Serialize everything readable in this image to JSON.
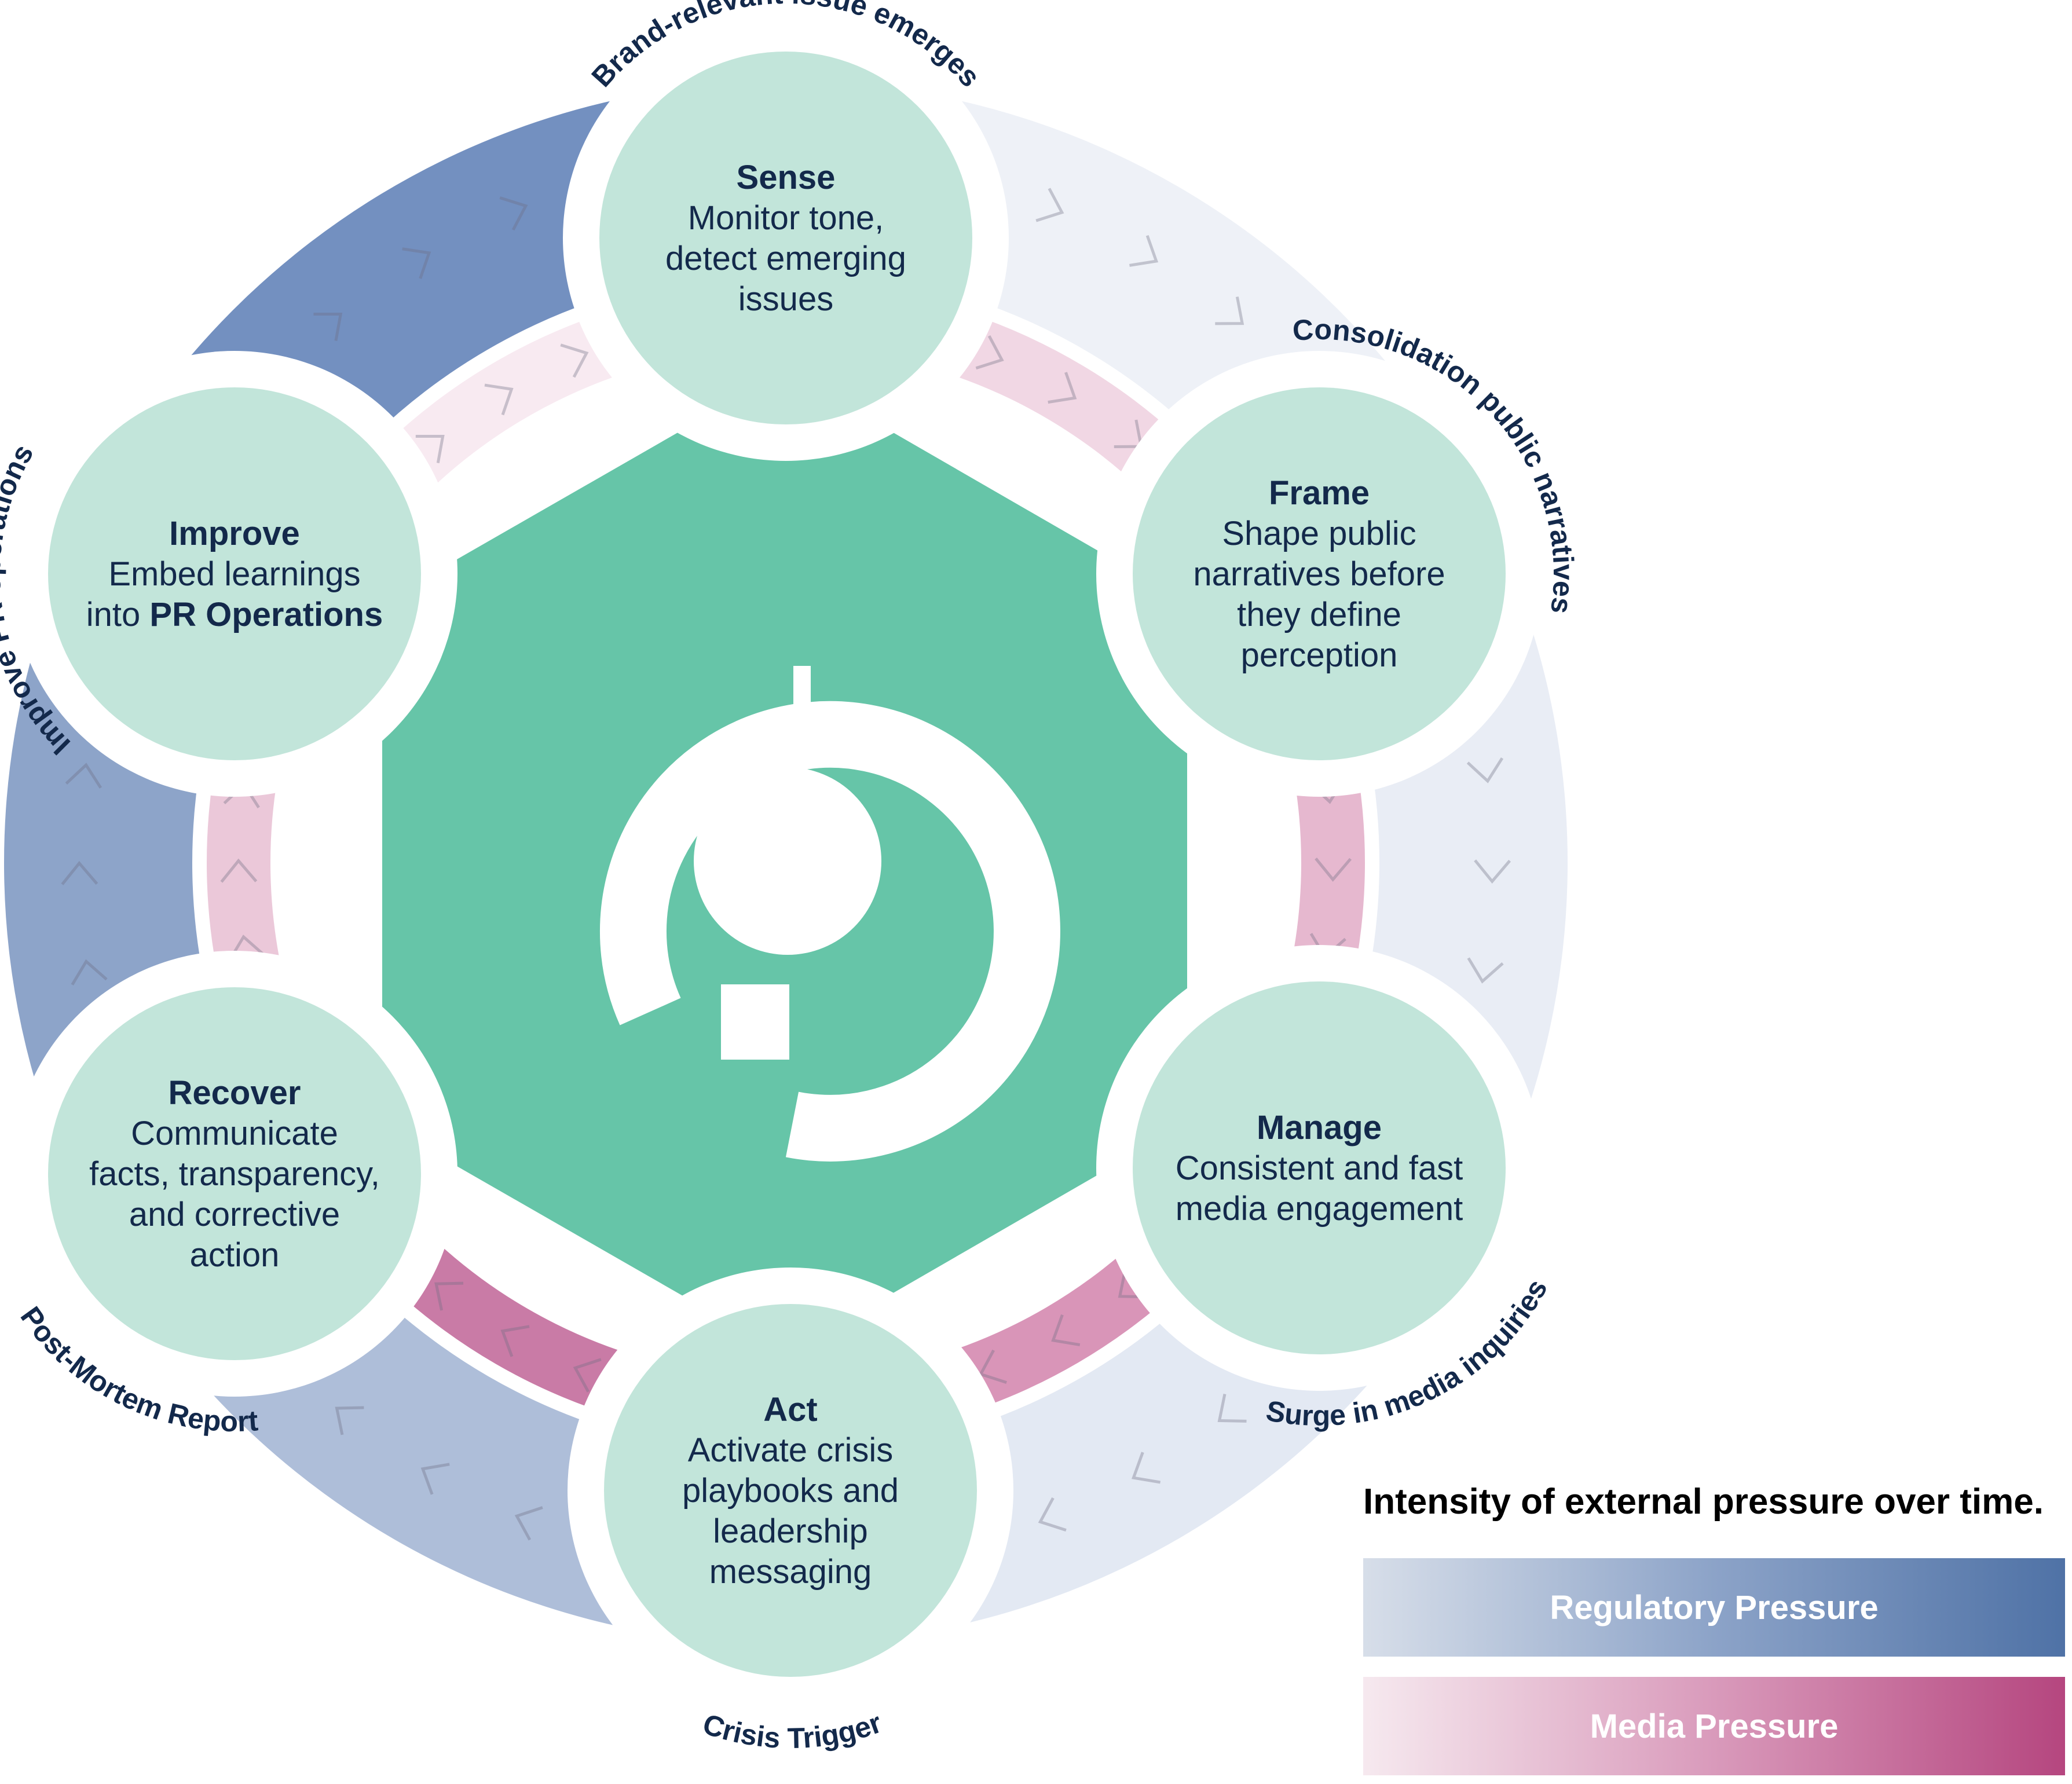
{
  "stages": [
    {
      "title": "Sense",
      "lines": [
        "Monitor tone,",
        "detect emerging",
        "issues"
      ]
    },
    {
      "title": "Frame",
      "lines": [
        "Shape public",
        "narratives before",
        "they define",
        "perception"
      ]
    },
    {
      "title": "Manage",
      "lines": [
        "Consistent and fast",
        "media engagement"
      ]
    },
    {
      "title": "Act",
      "lines": [
        "Activate crisis",
        "playbooks and",
        "leadership",
        "messaging"
      ]
    },
    {
      "title": "Recover",
      "lines": [
        "Communicate",
        "facts, transparency,",
        "and corrective",
        "action"
      ]
    },
    {
      "title": "Improve",
      "lines": [
        "Embed learnings"
      ],
      "line2_prefix": "into ",
      "line2_bold": "PR Operations"
    }
  ],
  "triggers": [
    "Brand-relevant issue emerges",
    "Consolidation public narratives",
    "Surge in media inquiries",
    "Crisis Trigger",
    "Post-Mortem Report",
    "Improve PR operations"
  ],
  "legend": {
    "title": "Intensity of external pressure over time.",
    "regulatory_label": "Regulatory Pressure",
    "media_label": "Media Pressure"
  },
  "colors": {
    "hub": "#66c5a8",
    "stage_fill": "#c2e5da",
    "text": "#13294b",
    "regulatory_dark": "#4f72a6",
    "media_dark": "#b5467f"
  }
}
